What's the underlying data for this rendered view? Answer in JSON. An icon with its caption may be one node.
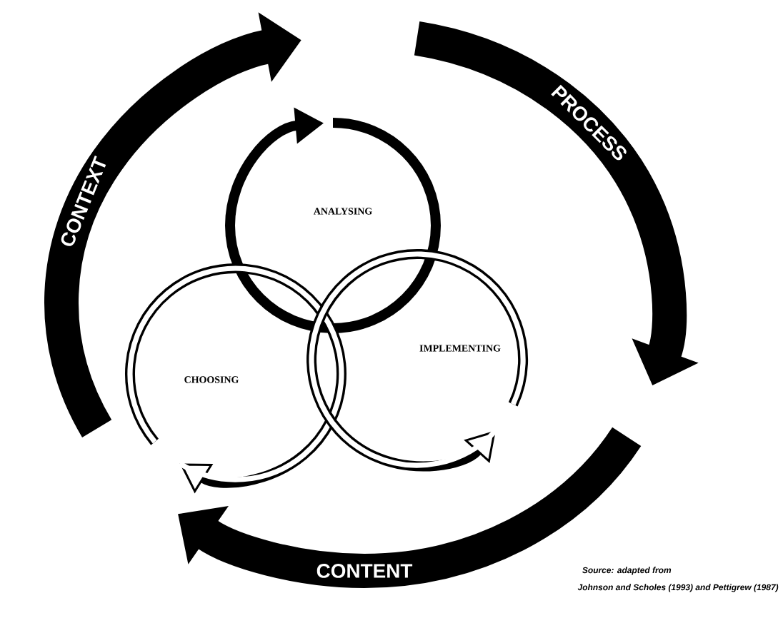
{
  "diagram": {
    "nodes": [
      {
        "text": [
          "CONTEXT"
        ]
      },
      {
        "text": [
          "PROCESS"
        ]
      },
      {
        "text": [
          "CONTENT"
        ]
      },
      {
        "text": [
          "ANALYSING"
        ]
      },
      {
        "text": [
          "CHOOSING"
        ]
      },
      {
        "text": [
          "IMPLEMENTING"
        ]
      }
    ],
    "labels": [
      "Source: adapted from",
      "Johnson and Scholes (1993) and Pettigrew (1987)"
    ]
  }
}
